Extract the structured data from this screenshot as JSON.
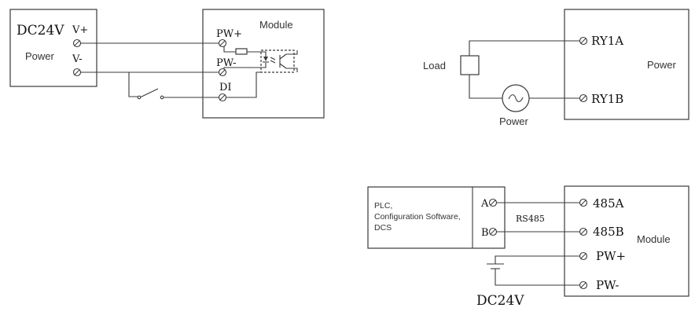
{
  "diagram1": {
    "supply": {
      "voltage": "DC24V",
      "label": "Power",
      "vplus": "V+",
      "vminus": "V-"
    },
    "module": {
      "label": "Module",
      "pwplus": "PW+",
      "pwminus": "PW-",
      "di": "DI"
    }
  },
  "diagram2": {
    "load_label": "Load",
    "source_label": "Power",
    "box_label": "Power",
    "ry1a": "RY1A",
    "ry1b": "RY1B"
  },
  "diagram3": {
    "controller": {
      "line1": "PLC,",
      "line2": "Configuration Software,",
      "line3": "DCS",
      "a": "A",
      "b": "B"
    },
    "bus_label": "RS485",
    "module": {
      "label": "Module",
      "a485": "485A",
      "b485": "485B",
      "pwplus": "PW+",
      "pwminus": "PW-"
    },
    "supply_voltage": "DC24V"
  }
}
